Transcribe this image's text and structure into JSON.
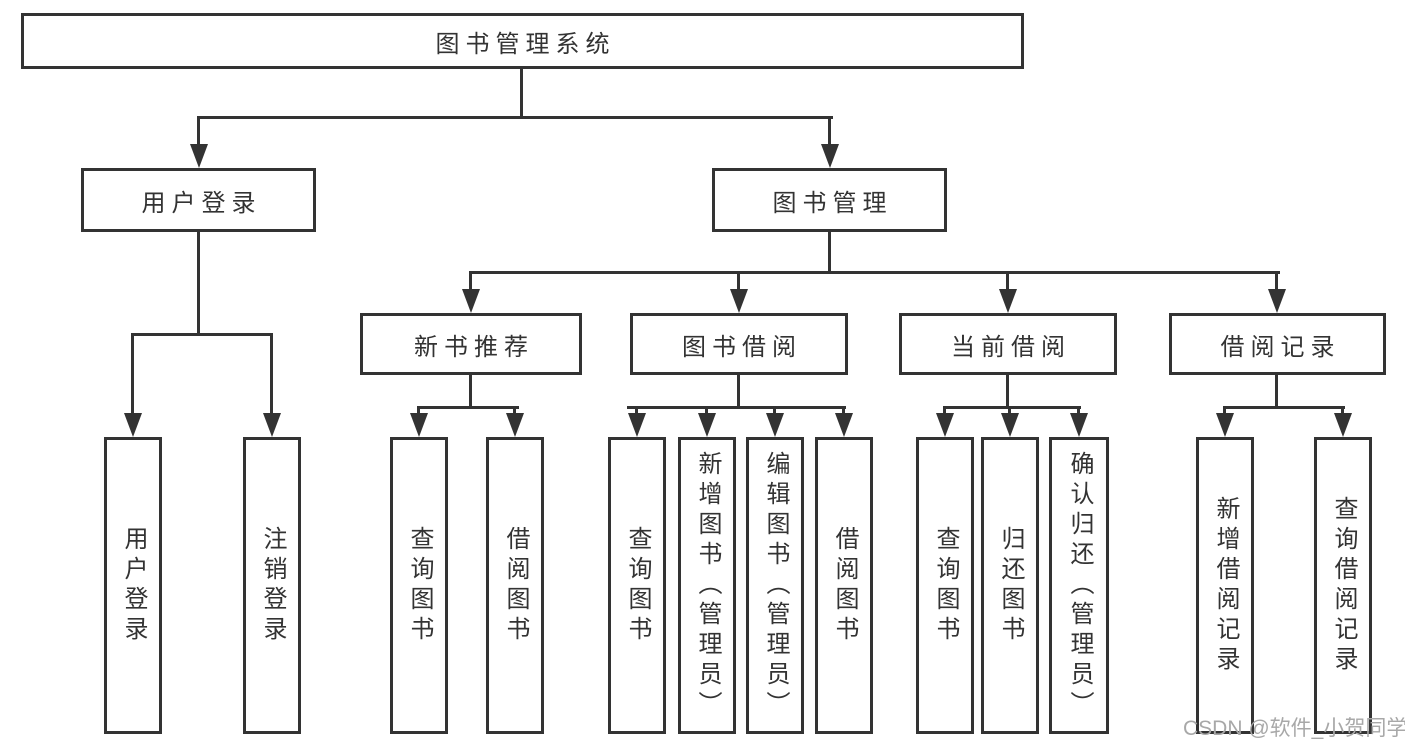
{
  "tree": {
    "label": "图书管理系统",
    "children": [
      {
        "label": "用户登录",
        "children": [
          {
            "label": "用户登录"
          },
          {
            "label": "注销登录"
          }
        ]
      },
      {
        "label": "图书管理",
        "children": [
          {
            "label": "新书推荐",
            "children": [
              {
                "label": "查询图书"
              },
              {
                "label": "借阅图书"
              }
            ]
          },
          {
            "label": "图书借阅",
            "children": [
              {
                "label": "查询图书"
              },
              {
                "label": "新增图书（管理员）"
              },
              {
                "label": "编辑图书（管理员）"
              },
              {
                "label": "借阅图书"
              }
            ]
          },
          {
            "label": "当前借阅",
            "children": [
              {
                "label": "查询图书"
              },
              {
                "label": "归还图书"
              },
              {
                "label": "确认归还（管理员）"
              }
            ]
          },
          {
            "label": "借阅记录",
            "children": [
              {
                "label": "新增借阅记录"
              },
              {
                "label": "查询借阅记录"
              }
            ]
          }
        ]
      }
    ]
  },
  "watermark": {
    "text": "CSDN @软件_小贺同学"
  },
  "colors": {
    "line": "#333333",
    "text": "#333333",
    "watermark": "#a8a8a8",
    "background": "#ffffff"
  }
}
